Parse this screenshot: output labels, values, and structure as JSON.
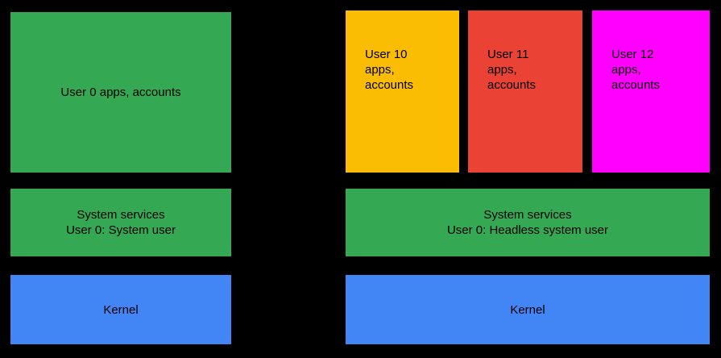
{
  "diagram": {
    "background_color": "#000000",
    "palette": {
      "green": "#34A853",
      "yellow": "#FBBC04",
      "red": "#EA4335",
      "magenta": "#FF00FF",
      "blue": "#4285F4",
      "text": "#000000"
    },
    "left_column": {
      "user_apps": {
        "label": "User 0 apps, accounts",
        "color": "#34A853"
      },
      "system_services": {
        "label": "System services\nUser 0: System user",
        "color": "#34A853"
      },
      "kernel": {
        "label": "Kernel",
        "color": "#4285F4"
      }
    },
    "right_column": {
      "user_apps": [
        {
          "label": "User 10\napps,\naccounts",
          "color": "#FBBC04"
        },
        {
          "label": "User 11\napps,\naccounts",
          "color": "#EA4335"
        },
        {
          "label": "User 12\napps,\naccounts",
          "color": "#FF00FF"
        }
      ],
      "system_services": {
        "label": "System services\nUser 0: Headless system user",
        "color": "#34A853"
      },
      "kernel": {
        "label": "Kernel",
        "color": "#4285F4"
      }
    }
  }
}
